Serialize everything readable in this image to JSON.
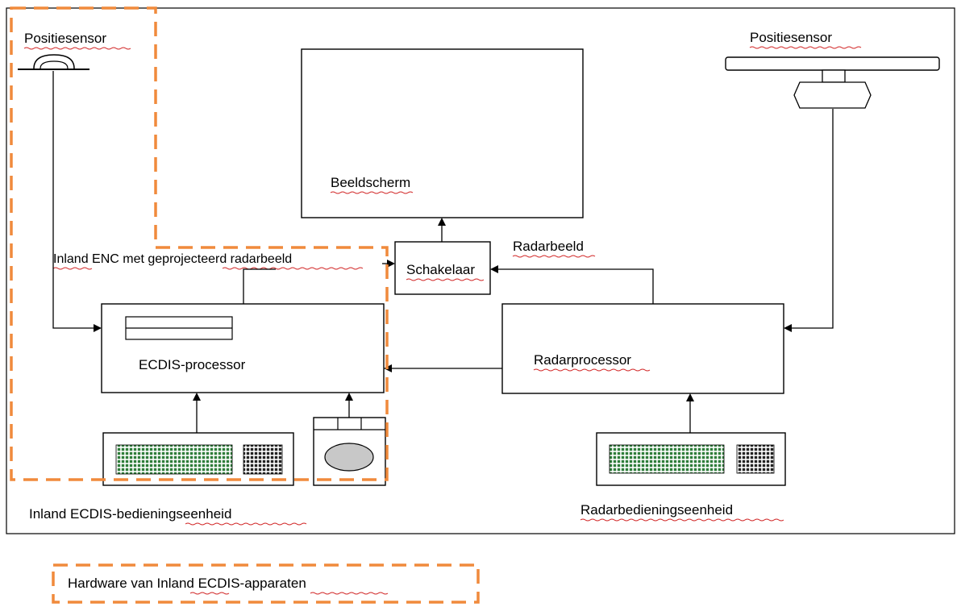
{
  "labels": {
    "position_sensor_left": "Positiesensor",
    "position_sensor_right": "Positiesensor",
    "display": "Beeldscherm",
    "switch": "Schakelaar",
    "radar_image": "Radarbeeld",
    "enc_projection": "Inland ENC met geprojecteerd radarbeeld",
    "ecdis_processor": "ECDIS-processor",
    "radar_processor": "Radarprocessor",
    "ecdis_control_unit": "Inland ECDIS-bedieningseenheid",
    "radar_control_unit": "Radarbedieningseenheid"
  },
  "legend": {
    "label": "Hardware van Inland ECDIS-apparaten",
    "line_color": "#f08a3c"
  },
  "colors": {
    "keyboard_keys": "#2e7d3a",
    "trackball": "#c8c8c8"
  }
}
